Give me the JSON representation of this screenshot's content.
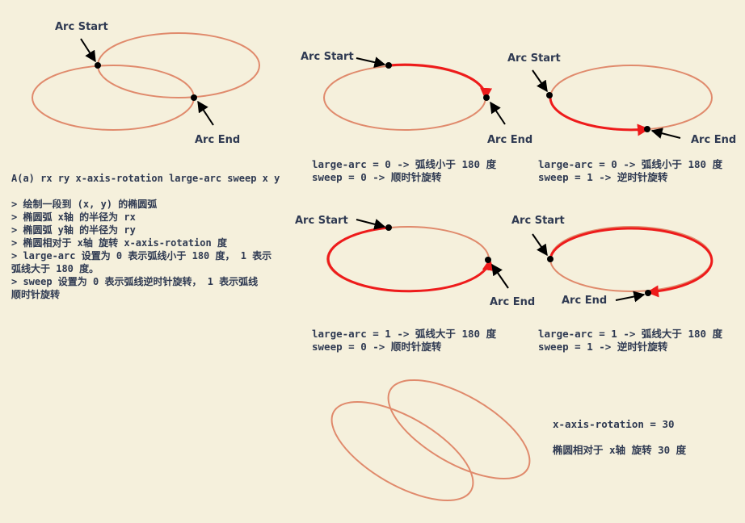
{
  "labels": {
    "arc_start": "Arc Start",
    "arc_end": "Arc End"
  },
  "description": {
    "syntax": "A(a) rx ry x-axis-rotation large-arc sweep x y",
    "lines": [
      "> 绘制一段到 (x, y) 的椭圆弧",
      "> 椭圆弧 x轴 的半径为 rx",
      "> 椭圆弧 y轴 的半径为 ry",
      "> 椭圆相对于 x轴 旋转 x-axis-rotation 度",
      "> large-arc 设置为 0 表示弧线小于 180 度， 1 表示",
      "弧线大于 180 度。",
      "> sweep 设置为 0 表示弧线逆时针旋转， 1 表示弧线",
      "顺时针旋转"
    ]
  },
  "captions": {
    "d1": {
      "line1": "large-arc = 0 -> 弧线小于 180 度",
      "line2": "sweep = 0 -> 顺时针旋转"
    },
    "d2": {
      "line1": "large-arc = 0 -> 弧线小于 180 度",
      "line2": "sweep = 1 -> 逆时针旋转"
    },
    "d3": {
      "line1": "large-arc = 1 -> 弧线大于 180 度",
      "line2": "sweep = 0 -> 顺时针旋转"
    },
    "d4": {
      "line1": "large-arc = 1 -> 弧线大于 180 度",
      "line2": "sweep = 1 -> 逆时针旋转"
    }
  },
  "rotation": {
    "value_text": "x-axis-rotation = 30",
    "desc_text": "椭圆相对于 x轴 旋转 30 度",
    "angle_deg": 30
  },
  "colors": {
    "background": "#f5f0dc",
    "ellipse": "#e08a6c",
    "highlight": "#ee1b1b",
    "text": "#2f3a52",
    "point": "#000000"
  }
}
